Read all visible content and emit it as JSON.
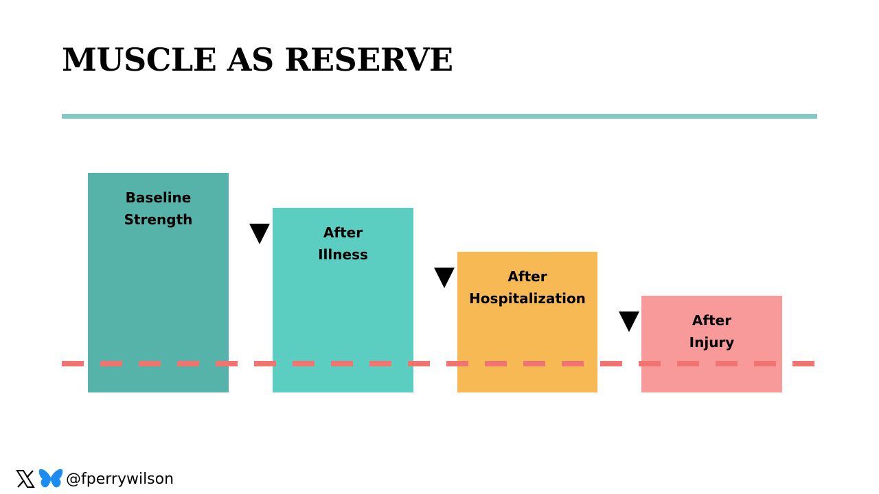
{
  "title": "MUSCLE AS RESERVE",
  "bars": [
    {
      "label_line1": "Baseline",
      "label_line2": "Strength",
      "color": "#55b3aa"
    },
    {
      "label_line1": "After",
      "label_line2": "Illness",
      "color": "#5bcdc1"
    },
    {
      "label_line1": "After",
      "label_line2": "Hospitalization",
      "color": "#f6b953"
    },
    {
      "label_line1": "After",
      "label_line2": "Injury",
      "color": "#f79a99"
    }
  ],
  "threshold_line_color": "#f07470",
  "accent_rule_color": "#84c9c1",
  "footer": {
    "handle": "@fperrywilson",
    "icons": [
      "x-logo-icon",
      "bluesky-butterfly-icon"
    ]
  }
}
